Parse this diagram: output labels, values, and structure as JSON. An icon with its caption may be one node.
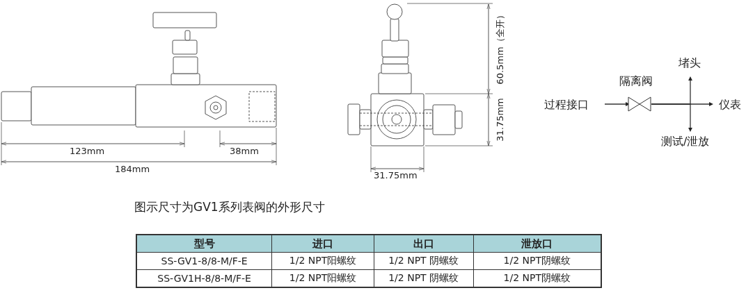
{
  "diagram": {
    "caption": "图示尺寸为GV1系列表阀的外形尺寸",
    "nodes": [
      {
        "text": [
          "过程接口"
        ]
      },
      {
        "text": [
          "隔离阀"
        ]
      },
      {
        "text": [
          "堵头"
        ]
      },
      {
        "text": [
          "仪表"
        ]
      },
      {
        "text": [
          "测试/泄放"
        ]
      }
    ],
    "edges": [
      {
        "from": 0,
        "to": 1,
        "arrow": "to"
      },
      {
        "from": 1,
        "to": 2,
        "arrow": "to"
      },
      {
        "from": 1,
        "to": 3,
        "arrow": "to"
      },
      {
        "from": 1,
        "to": 4,
        "arrow": "to"
      }
    ],
    "labels": [
      "123mm",
      "38mm",
      "184mm",
      "60.5mm（全开）",
      "31.75mm",
      "31.75mm",
      "型号",
      "进口",
      "出口",
      "泄放口",
      "SS-GV1-8/8-M/F-E",
      "1/2 NPT阳螺纹",
      "1/2 NPT 阴螺纹",
      "1/2 NPT阴螺纹",
      "SS-GV1H-8/8-M/F-E",
      "1/2 NPT阳螺纹",
      "1/2 NPT 阴螺纹",
      "1/2 NPT阴螺纹"
    ]
  }
}
